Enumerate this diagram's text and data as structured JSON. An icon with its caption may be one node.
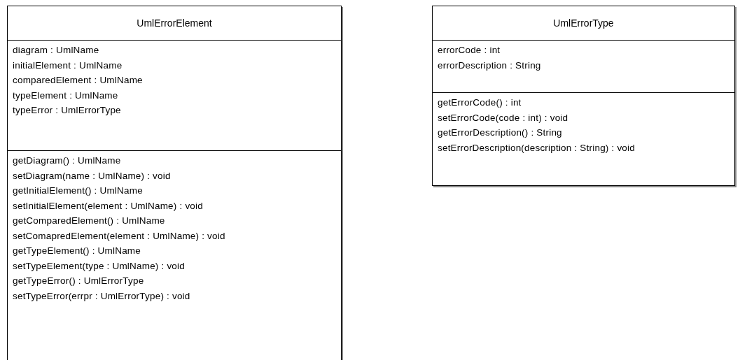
{
  "diagram": {
    "nodes": [
      {
        "text": [
          "UmlErrorElement"
        ]
      },
      {
        "text": [
          "diagram : UmlName",
          "initialElement : UmlName",
          "comparedElement : UmlName",
          "typeElement : UmlName",
          "typeError : UmlErrorType"
        ],
        "in": 0
      },
      {
        "text": [
          "getDiagram() : UmlName",
          "setDiagram(name : UmlName) : void",
          "getInitialElement() : UmlName",
          "setInitialElement(element : UmlName) : void",
          "getComparedElement() : UmlName",
          "setComapredElement(element : UmlName) : void",
          "getTypeElement() : UmlName",
          "setTypeElement(type : UmlName) : void",
          "getTypeError() : UmlErrorType",
          "setTypeError(errpr : UmlErrorType) : void"
        ],
        "in": 0
      },
      {
        "text": [
          "UmlErrorType"
        ]
      },
      {
        "text": [
          "errorCode : int",
          "errorDescription : String"
        ],
        "in": 3
      },
      {
        "text": [
          "getErrorCode() : int",
          "setErrorCode(code : int) : void",
          "getErrorDescription() : String",
          "setErrorDescription(description : String) : void"
        ],
        "in": 3
      }
    ],
    "edges": []
  }
}
